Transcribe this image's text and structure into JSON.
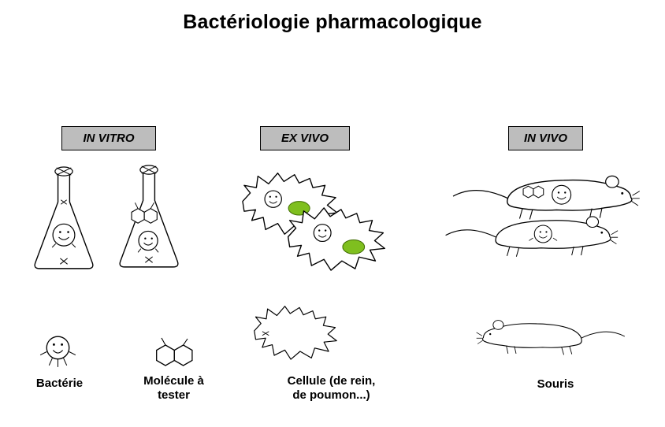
{
  "title": "Bactériologie pharmacologique",
  "sections": [
    {
      "id": "in-vitro",
      "label": "IN VITRO"
    },
    {
      "id": "ex-vivo",
      "label": "EX VIVO"
    },
    {
      "id": "in-vivo",
      "label": "IN VIVO"
    }
  ],
  "legend": [
    {
      "icon": "bacteria-icon",
      "lines": [
        "Bactérie"
      ]
    },
    {
      "icon": "molecule-icon",
      "lines": [
        "Molécule à",
        "tester"
      ]
    },
    {
      "icon": "cell-icon",
      "lines": [
        "Cellule (de rein,",
        "de poumon...)"
      ]
    },
    {
      "icon": "mouse-icon",
      "lines": [
        "Souris"
      ]
    }
  ],
  "illustrations": {
    "in_vitro": [
      "flask-with-bacteria",
      "flask-with-molecule-and-bacteria"
    ],
    "ex_vivo": [
      "cell-with-bacteria-and-green-compound",
      "cell-with-bacteria-and-green-compound"
    ],
    "in_vivo": [
      "mouse-with-bacteria-and-molecule",
      "mouse-with-bacteria"
    ],
    "legend_icons": [
      "bacteria-icon",
      "molecule-icon",
      "cell-icon",
      "mouse-icon"
    ]
  },
  "colors": {
    "label_box_bg": "#bdbdbd",
    "outline": "#000000",
    "accent_green": "#7fbf1f"
  }
}
